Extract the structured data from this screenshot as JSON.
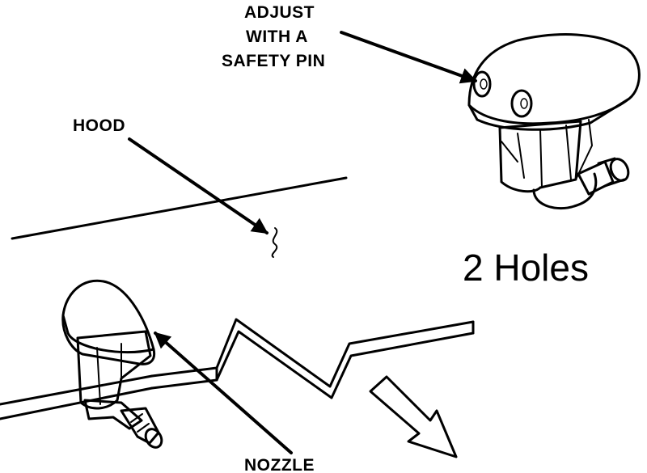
{
  "labels": {
    "adjust_line1": "ADJUST",
    "adjust_line2": "WITH A",
    "adjust_line3": "SAFETY PIN",
    "hood": "HOOD",
    "nozzle": "NOZZLE",
    "holes": "2 Holes"
  },
  "colors": {
    "ink": "#000000",
    "paper": "#ffffff"
  }
}
